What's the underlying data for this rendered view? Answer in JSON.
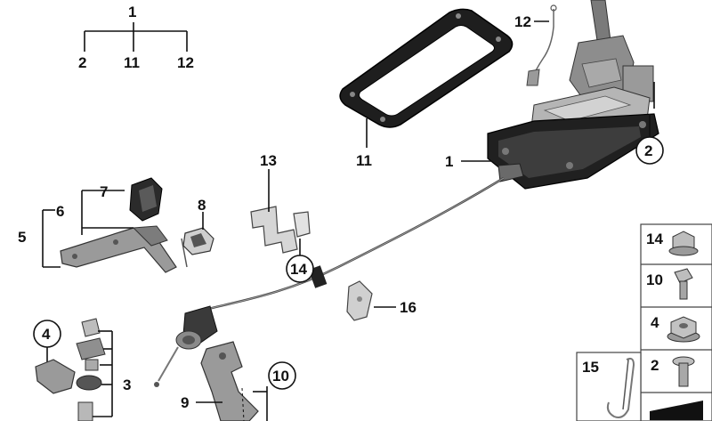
{
  "legend": {
    "root": "1",
    "children": [
      "2",
      "11",
      "12"
    ]
  },
  "callouts": {
    "c1": "1",
    "c2": "2",
    "c3": "3",
    "c4": "4",
    "c5": "5",
    "c6": "6",
    "c7": "7",
    "c8": "8",
    "c9": "9",
    "c10": "10",
    "c11": "11",
    "c12": "12",
    "c13": "13",
    "c14": "14",
    "c16": "16"
  },
  "side_panel": {
    "items": [
      "14",
      "10",
      "4",
      "2"
    ],
    "bottom_item": "15"
  },
  "colors": {
    "part_gray": "#8a8a8a",
    "part_dark": "#3a3a3a",
    "frame_black": "#1b1b1b",
    "panel_border": "#444444"
  }
}
